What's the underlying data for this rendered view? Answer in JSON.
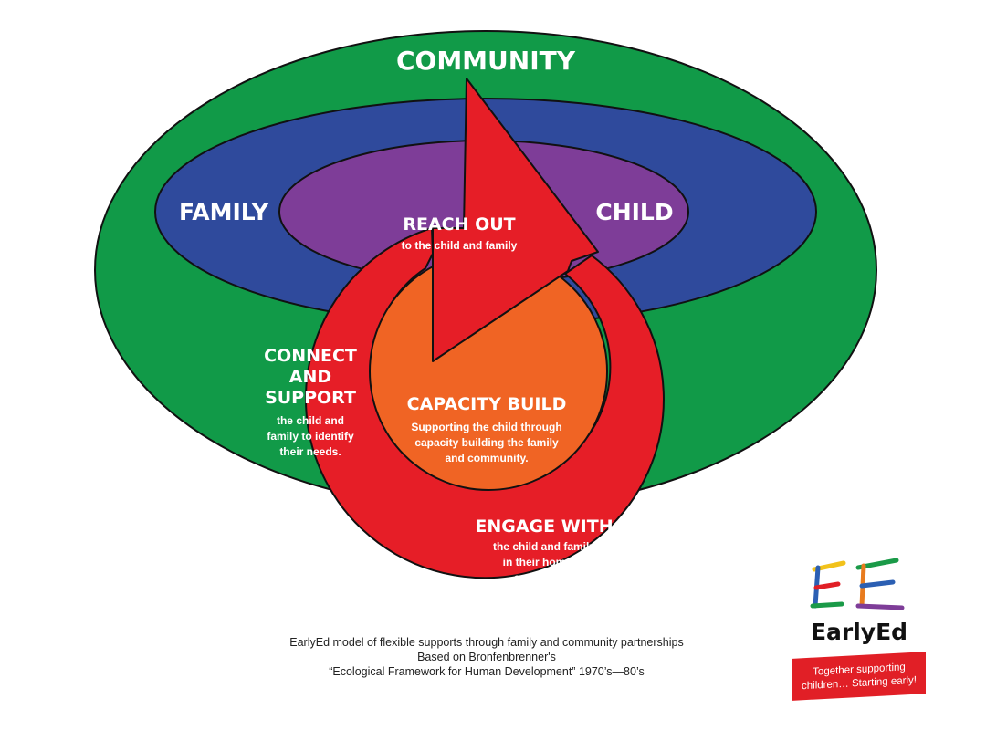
{
  "colors": {
    "community": "#119a48",
    "family": "#2f4a9c",
    "child": "#7e3d98",
    "engage": "#e61e27",
    "capacity": "#f06424",
    "outline": "#111111"
  },
  "diagram": {
    "community_label": "COMMUNITY",
    "family_label": "FAMILY",
    "child_label": "CHILD",
    "reach_out": {
      "title": "REACH OUT",
      "body": "to the child and family"
    },
    "connect": {
      "title_lines": [
        "CONNECT",
        "AND",
        "SUPPORT"
      ],
      "body_lines": [
        "the child and",
        "family to identify",
        "their needs."
      ]
    },
    "capacity": {
      "title": "CAPACITY BUILD",
      "body_lines": [
        "Supporting the child through",
        "capacity building the family",
        "and community."
      ]
    },
    "engage": {
      "title": "ENGAGE WITH",
      "body_lines": [
        "the child and family",
        "in their home or",
        "community."
      ]
    }
  },
  "caption": {
    "lines": [
      "EarlyEd model of flexible supports through family and community partnerships",
      "Based on Bronfenbrenner's",
      "“Ecological Framework for Human Development” 1970’s—80’s"
    ]
  },
  "logo": {
    "brand": "EarlyEd",
    "tagline_lines": [
      "Together supporting",
      "children… Starting early!"
    ]
  }
}
